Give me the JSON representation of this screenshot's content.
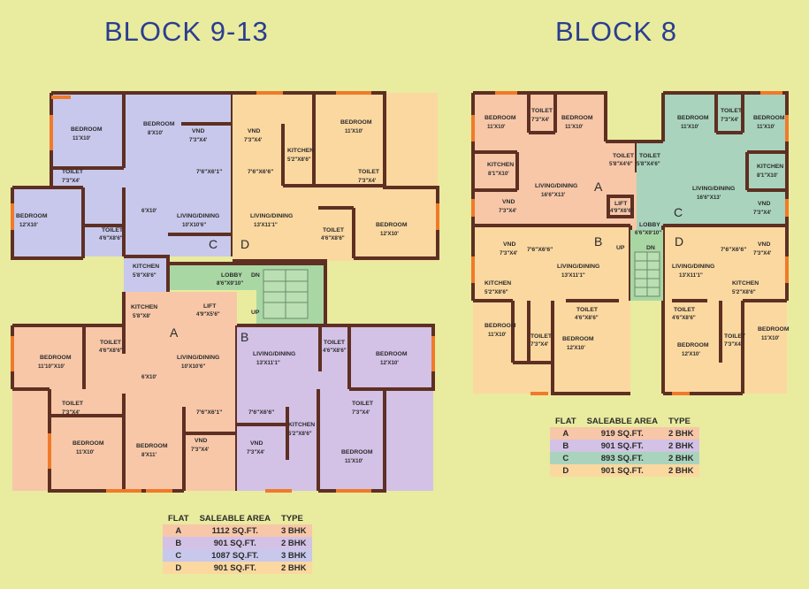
{
  "titles": {
    "left": "BLOCK 9-13",
    "right": "BLOCK 8"
  },
  "colors": {
    "background": "#e9eb9f",
    "flat_a": "#f7c7a8",
    "flat_b": "#d3c1e6",
    "flat_c_left": "#c8c8ec",
    "flat_c_right": "#a9d3bd",
    "flat_d": "#fbd8a0",
    "lobby": "#a9d7a4",
    "wall": "#5e2f22",
    "window": "#f07a2a",
    "title": "#2a3d8f"
  },
  "left_plan": {
    "rooms": {
      "bedroom_c1": "BEDROOM",
      "bedroom_c1_dim": "11'X10'",
      "bedroom_c2": "BEDROOM",
      "bedroom_c2_dim": "8'X10'",
      "vnd_c": "VND",
      "vnd_c_dim": "7'3\"X4'",
      "toilet_c1": "TOILET",
      "toilet_c1_dim": "7'3\"X4'",
      "bedroom_c3": "BEDROOM",
      "bedroom_c3_dim": "12'X10'",
      "toilet_c2": "TOILET",
      "toilet_c2_dim": "4'6\"X8'6\"",
      "c_6x10": "6'X10'",
      "c_7x6": "7'6\"X6'1\"",
      "living_c": "LIVING/DINING",
      "living_c_dim": "10'X10'6\"",
      "kitchen_c": "KITCHEN",
      "kitchen_c_dim": "5'8\"X8'6\"",
      "vnd_d": "VND",
      "vnd_d_dim": "7'3\"X4'",
      "kitchen_d": "KITCHEN",
      "kitchen_d_dim": "5'2\"X8'6\"",
      "d_76": "7'6\"X6'6\"",
      "bedroom_d1": "BEDROOM",
      "bedroom_d1_dim": "11'X10'",
      "toilet_d1": "TOILET",
      "toilet_d1_dim": "7'3\"X4'",
      "living_d": "LIVING/DINING",
      "living_d_dim": "13'X11'1\"",
      "toilet_d2": "TOILET",
      "toilet_d2_dim": "4'6\"X8'6\"",
      "bedroom_d2": "BEDROOM",
      "bedroom_d2_dim": "12'X10'",
      "lobby": "LOBBY",
      "lobby_dim": "8'6\"X9'10\"",
      "dn": "DN",
      "up": "UP",
      "lift": "LIFT",
      "lift_dim": "4'9\"X5'6\"",
      "kitchen_a": "KITCHEN",
      "kitchen_a_dim": "5'8\"X8'",
      "bedroom_a1": "BEDROOM",
      "bedroom_a1_dim": "11'10\"X10'",
      "toilet_a1": "TOILET",
      "toilet_a1_dim": "4'6\"X8'6\"",
      "living_a": "LIVING/DINING",
      "living_a_dim": "10'X10'6\"",
      "a_6x10": "6'X10'",
      "toilet_a2": "TOILET",
      "toilet_a2_dim": "7'3\"X4'",
      "a_76": "7'6\"X6'1\"",
      "bedroom_a2": "BEDROOM",
      "bedroom_a2_dim": "11'X10'",
      "bedroom_a3": "BEDROOM",
      "bedroom_a3_dim": "8'X11'",
      "vnd_a": "VND",
      "vnd_a_dim": "7'3\"X4'",
      "living_b": "LIVING/DINING",
      "living_b_dim": "13'X11'1\"",
      "toilet_b1": "TOILET",
      "toilet_b1_dim": "4'6\"X8'6\"",
      "bedroom_b1": "BEDROOM",
      "bedroom_b1_dim": "12'X10'",
      "toilet_b2": "TOILET",
      "toilet_b2_dim": "7'3\"X4'",
      "b_76": "7'6\"X6'6\"",
      "kitchen_b": "KITCHEN",
      "kitchen_b_dim": "5'2\"X8'6\"",
      "vnd_b": "VND",
      "vnd_b_dim": "7'3\"X4'",
      "bedroom_b2": "BEDROOM",
      "bedroom_b2_dim": "11'X10'",
      "flat_a": "A",
      "flat_b": "B",
      "flat_c": "C",
      "flat_d": "D"
    },
    "table": {
      "headers": [
        "FLAT",
        "SALEABLE AREA",
        "TYPE"
      ],
      "rows": [
        {
          "flat": "A",
          "area": "1112 SQ.FT.",
          "type": "3 BHK"
        },
        {
          "flat": "B",
          "area": "901 SQ.FT.",
          "type": "2 BHK"
        },
        {
          "flat": "C",
          "area": "1087 SQ.FT.",
          "type": "3 BHK"
        },
        {
          "flat": "D",
          "area": "901 SQ.FT.",
          "type": "2 BHK"
        }
      ]
    }
  },
  "right_plan": {
    "rooms": {
      "bedroom_a1": "BEDROOM",
      "bedroom_a1_dim": "11'X10'",
      "toilet_a1": "TOILET",
      "toilet_a1_dim": "7'3\"X4'",
      "bedroom_a2": "BEDROOM",
      "bedroom_a2_dim": "11'X10'",
      "toilet_a2": "TOILET",
      "toilet_a2_dim": "5'8\"X4'6\"",
      "kitchen_a": "KITCHEN",
      "kitchen_a_dim": "8'1\"X10'",
      "living_a": "LIVING/DINING",
      "living_a_dim": "16'6\"X13'",
      "vnd_a": "VND",
      "vnd_a_dim": "7'3\"X4'",
      "lift": "LIFT",
      "lift_dim": "4'9\"X6'6\"",
      "lobby": "LOBBY",
      "lobby_dim": "6'6\"X9'10\"",
      "bedroom_c1": "BEDROOM",
      "bedroom_c1_dim": "11'X10'",
      "toilet_c1": "TOILET",
      "toilet_c1_dim": "7'3\"X4'",
      "bedroom_c2": "BEDROOM",
      "bedroom_c2_dim": "11'X10'",
      "toilet_c2": "TOILET",
      "toilet_c2_dim": "5'8\"X4'6\"",
      "kitchen_c": "KITCHEN",
      "kitchen_c_dim": "8'1\"X10'",
      "living_c": "LIVING/DINING",
      "living_c_dim": "16'6\"X13'",
      "vnd_c": "VND",
      "vnd_c_dim": "7'3\"X4'",
      "vnd_b": "VND",
      "vnd_b_dim": "7'3\"X4'",
      "b_76": "7'6\"X6'6\"",
      "living_b": "LIVING/DINING",
      "living_b_dim": "13'X11'1\"",
      "kitchen_b": "KITCHEN",
      "kitchen_b_dim": "5'2\"X8'6\"",
      "toilet_b1": "TOILET",
      "toilet_b1_dim": "4'6\"X8'6\"",
      "bedroom_b1": "BEDROOM",
      "bedroom_b1_dim": "11'X10'",
      "toilet_b2": "TOILET",
      "toilet_b2_dim": "7'3\"X4'",
      "bedroom_b2": "BEDROOM",
      "bedroom_b2_dim": "12'X10'",
      "up": "UP",
      "dn": "DN",
      "d_76": "7'6\"X6'6\"",
      "vnd_d": "VND",
      "vnd_d_dim": "7'3\"X4'",
      "living_d": "LIVING/DINING",
      "living_d_dim": "13'X11'1\"",
      "kitchen_d": "KITCHEN",
      "kitchen_d_dim": "5'2\"X8'6\"",
      "toilet_d1": "TOILET",
      "toilet_d1_dim": "4'6\"X8'6\"",
      "bedroom_d1": "BEDROOM",
      "bedroom_d1_dim": "12'X10'",
      "toilet_d2": "TOILET",
      "toilet_d2_dim": "7'3\"X4'",
      "bedroom_d2": "BEDROOM",
      "bedroom_d2_dim": "11'X10'",
      "flat_a": "A",
      "flat_b": "B",
      "flat_c": "C",
      "flat_d": "D"
    },
    "table": {
      "headers": [
        "FLAT",
        "SALEABLE AREA",
        "TYPE"
      ],
      "rows": [
        {
          "flat": "A",
          "area": "919 SQ.FT.",
          "type": "2 BHK"
        },
        {
          "flat": "B",
          "area": "901 SQ.FT.",
          "type": "2 BHK"
        },
        {
          "flat": "C",
          "area": "893 SQ.FT.",
          "type": "2 BHK"
        },
        {
          "flat": "D",
          "area": "901 SQ.FT.",
          "type": "2 BHK"
        }
      ]
    }
  }
}
